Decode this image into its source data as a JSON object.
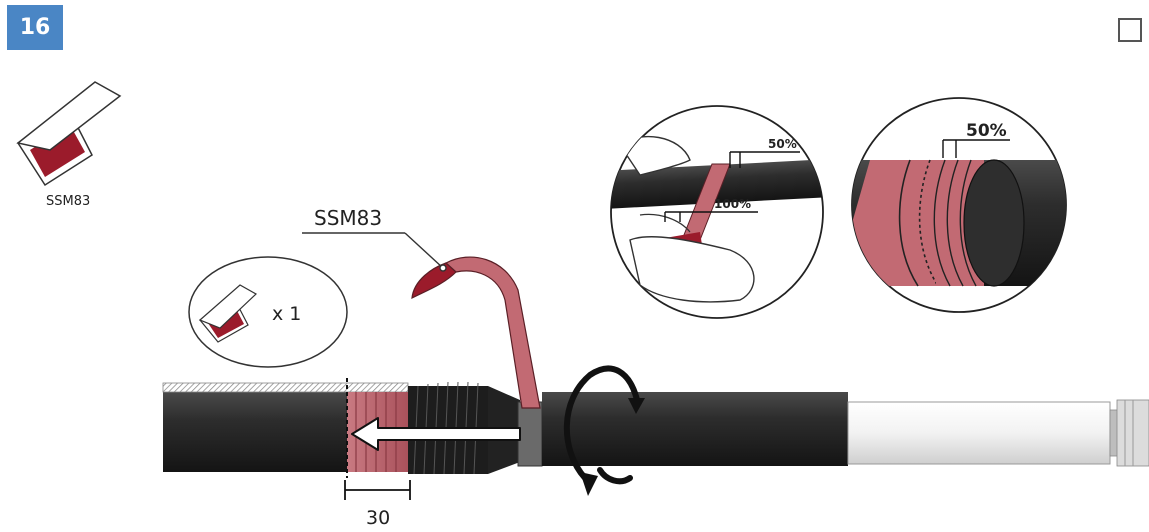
{
  "step": {
    "number": "16"
  },
  "material": {
    "code": "SSM83"
  },
  "callout": {
    "label": "SSM83"
  },
  "kit": {
    "quantity": "x 1"
  },
  "dimension": {
    "value": "30"
  },
  "detail_overlap": {
    "label_top": "50%",
    "label_bottom": "100%"
  },
  "detail_wrapped": {
    "label": "50%"
  },
  "colors": {
    "tape": "#c26a73",
    "tape_dark": "#9b1b2b",
    "cable": "#2b2b2b",
    "badge": "#4a86c5"
  }
}
